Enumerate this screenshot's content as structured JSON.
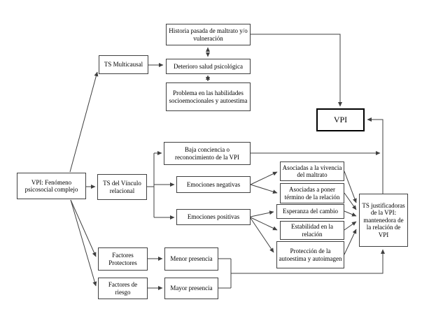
{
  "diagram": {
    "nodes": {
      "vpi_fenomeno": {
        "label": "VPI: Fenómeno psicosocial complejo"
      },
      "ts_multicausal": {
        "label": "TS Multicausal"
      },
      "historia_maltrato": {
        "label": "Historia pasada de maltrato y/o vulneración"
      },
      "deterioro_salud": {
        "label": "Deterioro salud psicológica"
      },
      "problema_habilidades": {
        "label": "Problema en las habilidades socioemocionales y autoestima"
      },
      "vpi": {
        "label": "VPI"
      },
      "ts_vinculo": {
        "label": "TS del Vínculo relacional"
      },
      "baja_conciencia": {
        "label": "Baja conciencia o reconocimiento de la VPI"
      },
      "emociones_negativas": {
        "label": "Emociones negativas"
      },
      "asociadas_vivencia": {
        "label": "Asociadas a la vivencia del maltrato"
      },
      "asociadas_termino": {
        "label": "Asociadas a poner término de la relación"
      },
      "emociones_positivas": {
        "label": "Emociones positivas"
      },
      "esperanza_cambio": {
        "label": "Esperanza del cambio"
      },
      "estabilidad_relacion": {
        "label": "Estabilidad en la relación"
      },
      "proteccion_autoestima": {
        "label": "Protección de la autoestima y autoimagen"
      },
      "ts_justificadoras": {
        "label": "TS justificadoras de la VPI: mantenedora de la relación de VPI"
      },
      "factores_protectores": {
        "label": "Factores Protectores"
      },
      "menor_presencia": {
        "label": "Menor presencia"
      },
      "factores_riesgo": {
        "label": "Factores de riesgo"
      },
      "mayor_presencia": {
        "label": "Mayor presencia"
      }
    },
    "colors": {
      "line": "#3f3f3f",
      "box_border": "#404040",
      "emphasis_border": "#000000",
      "background": "#ffffff",
      "text": "#000000"
    }
  }
}
